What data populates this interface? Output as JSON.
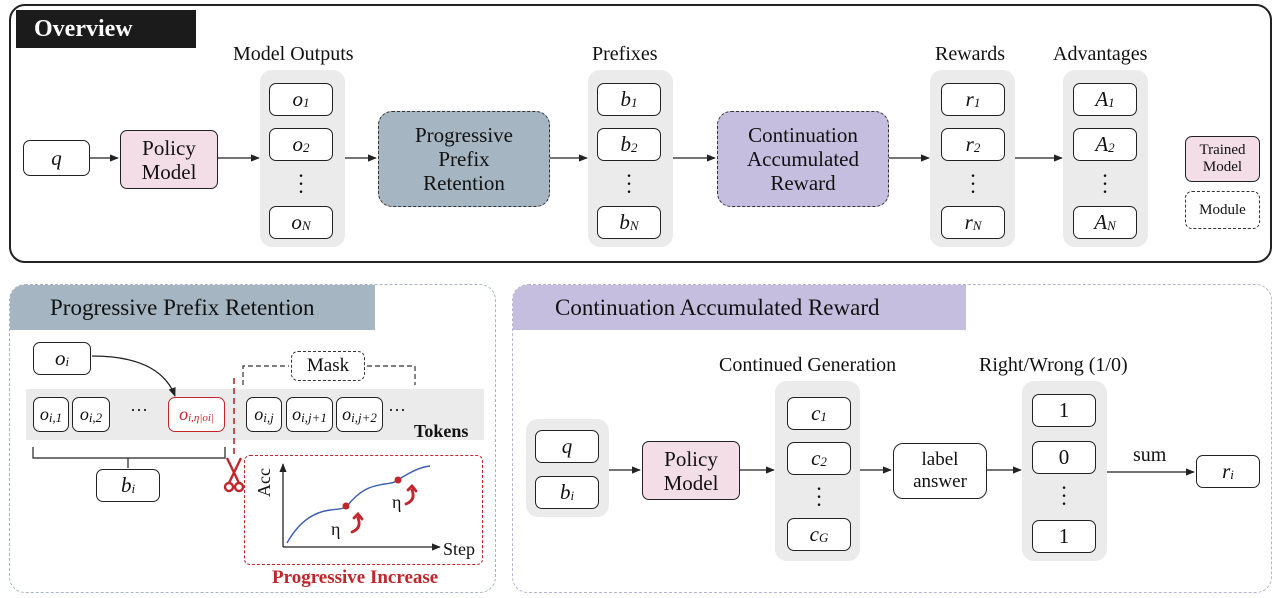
{
  "overview": {
    "title": "Overview",
    "input": "q",
    "policy_model": [
      "Policy",
      "Model"
    ],
    "model_outputs": {
      "header": "Model Outputs",
      "items": [
        [
          "o",
          "1"
        ],
        [
          "o",
          "2"
        ],
        [
          "o",
          "N"
        ]
      ]
    },
    "ppr_module": [
      "Progressive",
      "Prefix",
      "Retention"
    ],
    "prefixes": {
      "header": "Prefixes",
      "items": [
        [
          "b",
          "1"
        ],
        [
          "b",
          "2"
        ],
        [
          "b",
          "N"
        ]
      ]
    },
    "car_module": [
      "Continuation",
      "Accumulated",
      "Reward"
    ],
    "rewards": {
      "header": "Rewards",
      "items": [
        [
          "r",
          "1"
        ],
        [
          "r",
          "2"
        ],
        [
          "r",
          "N"
        ]
      ]
    },
    "advantages": {
      "header": "Advantages",
      "items": [
        [
          "A",
          "1"
        ],
        [
          "A",
          "2"
        ],
        [
          "A",
          "N"
        ]
      ]
    },
    "legend": {
      "trained": [
        "Trained",
        "Model"
      ],
      "module": "Module"
    }
  },
  "ppr": {
    "title": "Progressive Prefix Retention",
    "oi": [
      "o",
      "i"
    ],
    "mask": "Mask",
    "tokens_label": "Tokens",
    "tokens_left": [
      [
        "o",
        "i,1"
      ],
      [
        "o",
        "i,2"
      ]
    ],
    "ellipsis": "···",
    "token_cut": [
      "o",
      "i,η|oi|"
    ],
    "tokens_right": [
      [
        "o",
        "i,j"
      ],
      [
        "o",
        "i,j+1"
      ],
      [
        "o",
        "i,j+2"
      ]
    ],
    "bi": [
      "b",
      "i"
    ],
    "plot": {
      "ylabel": "Acc",
      "xlabel": "Step",
      "eta": "η",
      "caption": "Progressive Increase"
    }
  },
  "car": {
    "title": "Continuation Accumulated Reward",
    "inputs": [
      [
        "q",
        ""
      ],
      [
        "b",
        "i"
      ]
    ],
    "policy_model": [
      "Policy",
      "Model"
    ],
    "continued": {
      "header": "Continued Generation",
      "items": [
        [
          "c",
          "1"
        ],
        [
          "c",
          "2"
        ],
        [
          "c",
          "G"
        ]
      ]
    },
    "label_answer": [
      "label",
      "answer"
    ],
    "right_wrong": {
      "header": "Right/Wrong (1/0)",
      "items": [
        "1",
        "0",
        "1"
      ]
    },
    "sum": "sum",
    "ri": [
      "r",
      "i"
    ]
  },
  "colors": {
    "trained": "#f3dde7",
    "ppr": "#a5b5c1",
    "car": "#c5bedf",
    "red": "#c0262b"
  }
}
